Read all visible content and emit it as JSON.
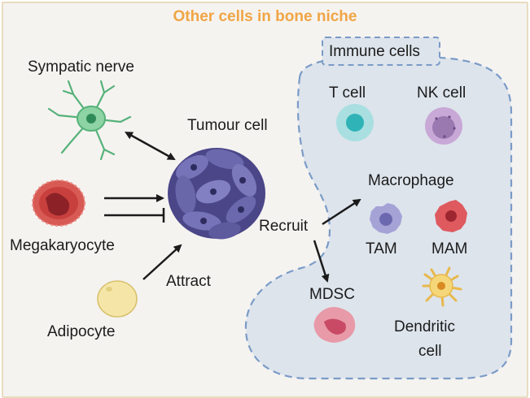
{
  "title": "Other cells in bone niche",
  "labels": {
    "sympathetic_nerve": "Sympatic nerve",
    "tumour_cell": "Tumour cell",
    "megakaryocyte": "Megakaryocyte",
    "adipocyte": "Adipocyte",
    "attract": "Attract",
    "recruit": "Recruit",
    "immune_cells": "Immune cells",
    "t_cell": "T cell",
    "nk_cell": "NK cell",
    "macrophage": "Macrophage",
    "tam": "TAM",
    "mam": "MAM",
    "mdsc": "MDSC",
    "dendritic_line1": "Dendritic",
    "dendritic_line2": "cell"
  },
  "colors": {
    "title": "#f0a545",
    "frame_border": "#e8dcc0",
    "immune_region_fill": "#dde4ec",
    "immune_region_border": "#7b9bc7",
    "nerve": "#56b27a",
    "tumour": "#5e5a9e",
    "megakaryocyte": "#c8403e",
    "adipocyte": "#f5e6a8",
    "t_cell": "#5fc3c6",
    "nk_cell": "#9a78b0",
    "tam": "#8783c2",
    "mam": "#d94a4f",
    "mdsc": "#d96a7e",
    "dendritic": "#f0c85a"
  }
}
